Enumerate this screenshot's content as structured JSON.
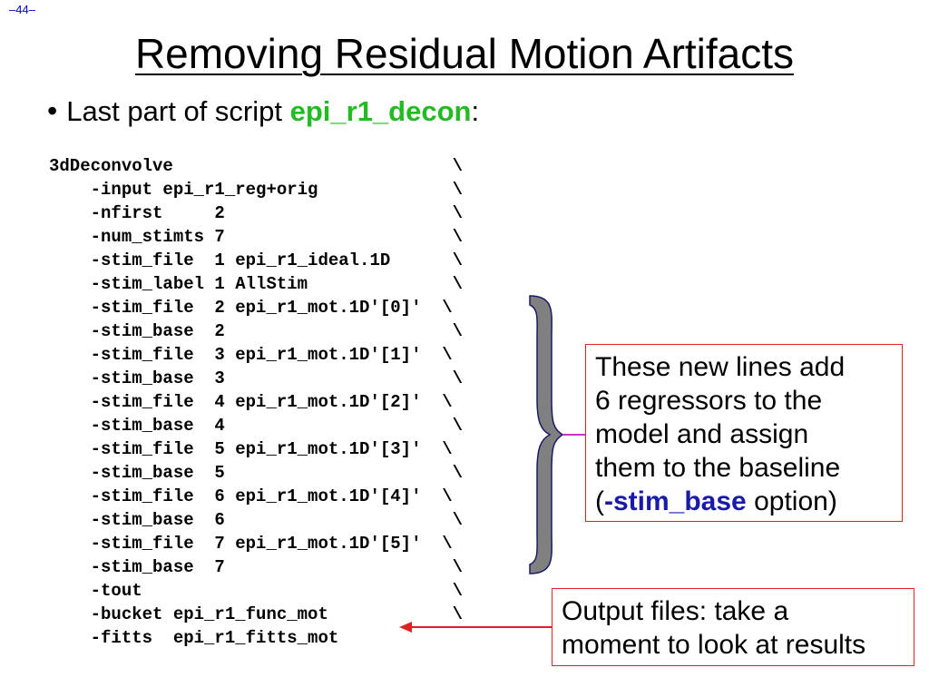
{
  "page_number": "–44–",
  "title": "Removing Residual Motion Artifacts",
  "bullet": {
    "symbol": "•",
    "text_before": "Last part of script ",
    "script_name": "epi_r1_decon",
    "text_after": ":",
    "script_name_color": "#22bb22"
  },
  "code_lines": [
    "3dDeconvolve                           \\",
    "    -input epi_r1_reg+orig             \\",
    "    -nfirst     2                      \\",
    "    -num_stimts 7                      \\",
    "    -stim_file  1 epi_r1_ideal.1D      \\",
    "    -stim_label 1 AllStim              \\",
    "    -stim_file  2 epi_r1_mot.1D'[0]'  \\",
    "    -stim_base  2                      \\",
    "    -stim_file  3 epi_r1_mot.1D'[1]'  \\",
    "    -stim_base  3                      \\",
    "    -stim_file  4 epi_r1_mot.1D'[2]'  \\",
    "    -stim_base  4                      \\",
    "    -stim_file  5 epi_r1_mot.1D'[3]'  \\",
    "    -stim_base  5                      \\",
    "    -stim_file  6 epi_r1_mot.1D'[4]'  \\",
    "    -stim_base  6                      \\",
    "    -stim_file  7 epi_r1_mot.1D'[5]'  \\",
    "    -stim_base  7                      \\",
    "    -tout                              \\",
    "    -bucket epi_r1_func_mot            \\",
    "    -fitts  epi_r1_fitts_mot"
  ],
  "callout_regressors": {
    "line1": "These new lines add",
    "line2": "6 regressors to the",
    "line3": "model and assign",
    "line4": "them to the baseline",
    "paren_open": "(",
    "option": "-stim_base",
    "line5_rest": " option)"
  },
  "callout_output": {
    "line1": "Output files: take a",
    "line2": "moment to look at results"
  },
  "colors": {
    "brace_fill": "#808080",
    "brace_stroke": "#1a1a66",
    "connector": "#cc33cc",
    "arrow": "#dd2222",
    "callout_border": "#dd2222",
    "option_text": "#1a1aaa"
  }
}
